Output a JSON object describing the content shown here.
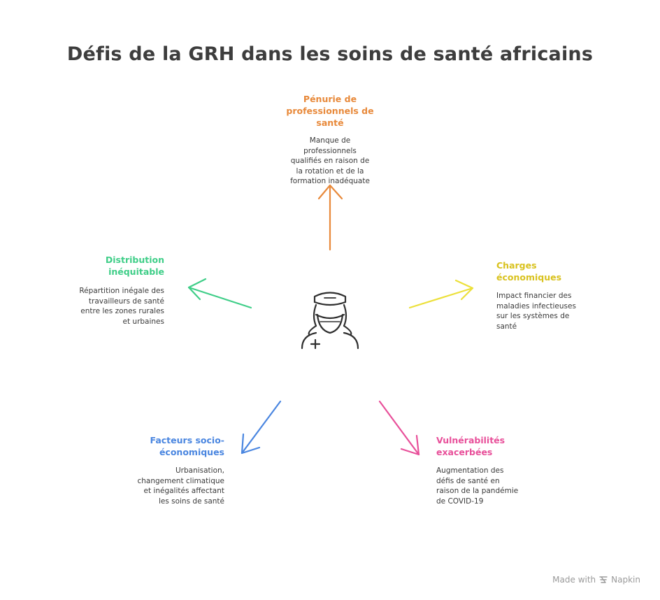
{
  "title": "Défis de la GRH dans les soins de santé africains",
  "center_icon": "healthcare-worker-icon",
  "nodes": [
    {
      "id": "shortage",
      "title": "Pénurie de professionnels de santé",
      "description": "Manque de professionnels qualifiés en raison de la rotation et de la formation inadéquate",
      "color": "#e8893a"
    },
    {
      "id": "economic",
      "title": "Charges économiques",
      "description": "Impact financier des maladies infectieuses sur les systèmes de santé",
      "color": "#e8d23a"
    },
    {
      "id": "vulnerabilities",
      "title": "Vulnérabilités exacerbées",
      "description": "Augmentation des défis de santé en raison de la pandémie de COVID-19",
      "color": "#e8509a"
    },
    {
      "id": "socio",
      "title": "Facteurs socio-économiques",
      "description": "Urbanisation, changement climatique et inégalités affectant les soins de santé",
      "color": "#4a86e0"
    },
    {
      "id": "distribution",
      "title": "Distribution inéquitable",
      "description": "Répartition inégale des travailleurs de santé entre les zones rurales et urbaines",
      "color": "#3fce88"
    }
  ],
  "footer": {
    "label": "Made with",
    "brand": "Napkin",
    "icon": "napkin-logo-icon"
  }
}
